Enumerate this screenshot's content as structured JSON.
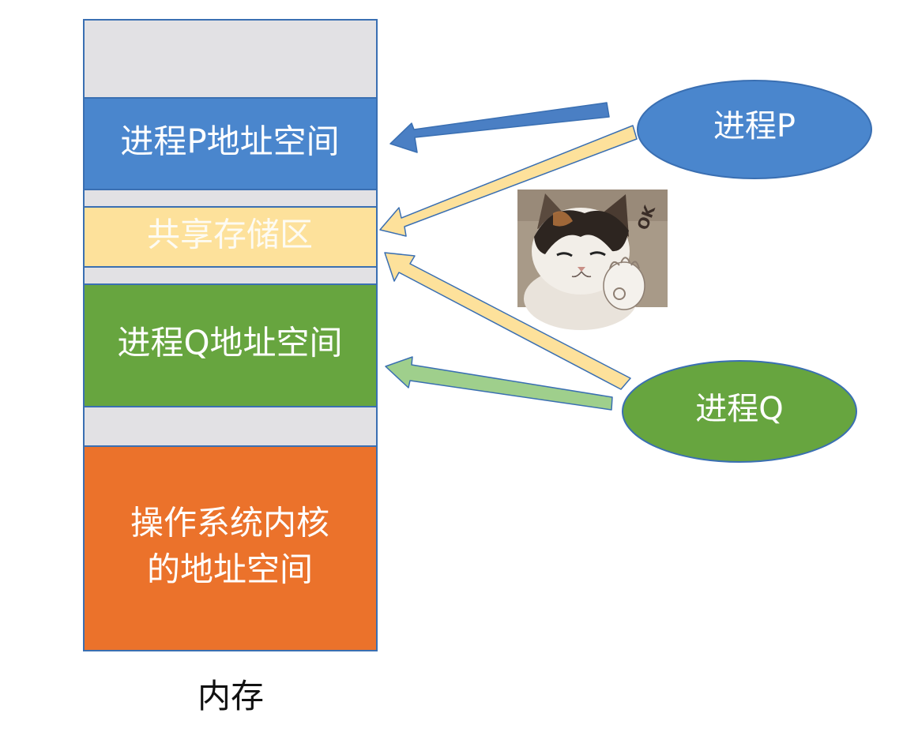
{
  "memory": {
    "caption": "内存",
    "segments": {
      "gap_top": {
        "label": ""
      },
      "process_p_space": {
        "label": "进程P地址空间"
      },
      "gap_1": {
        "label": ""
      },
      "shared_memory": {
        "label": "共享存储区"
      },
      "gap_2": {
        "label": ""
      },
      "process_q_space": {
        "label": "进程Q地址空间"
      },
      "gap_3": {
        "label": ""
      },
      "kernel_space": {
        "line1": "操作系统内核",
        "line2": "的地址空间"
      }
    }
  },
  "processes": {
    "p": {
      "label": "进程P"
    },
    "q": {
      "label": "进程Q"
    }
  },
  "sticker": {
    "text": "OK"
  },
  "colors": {
    "gap": "#e2e1e4",
    "border": "#3a6fb2",
    "process_p": "#4a86cd",
    "shared": "#fde19b",
    "process_q": "#67a53f",
    "kernel": "#eb722b",
    "arrow_p": "#4a7fc4",
    "arrow_shared": "#fde19b",
    "arrow_q": "#9fcf8c"
  }
}
